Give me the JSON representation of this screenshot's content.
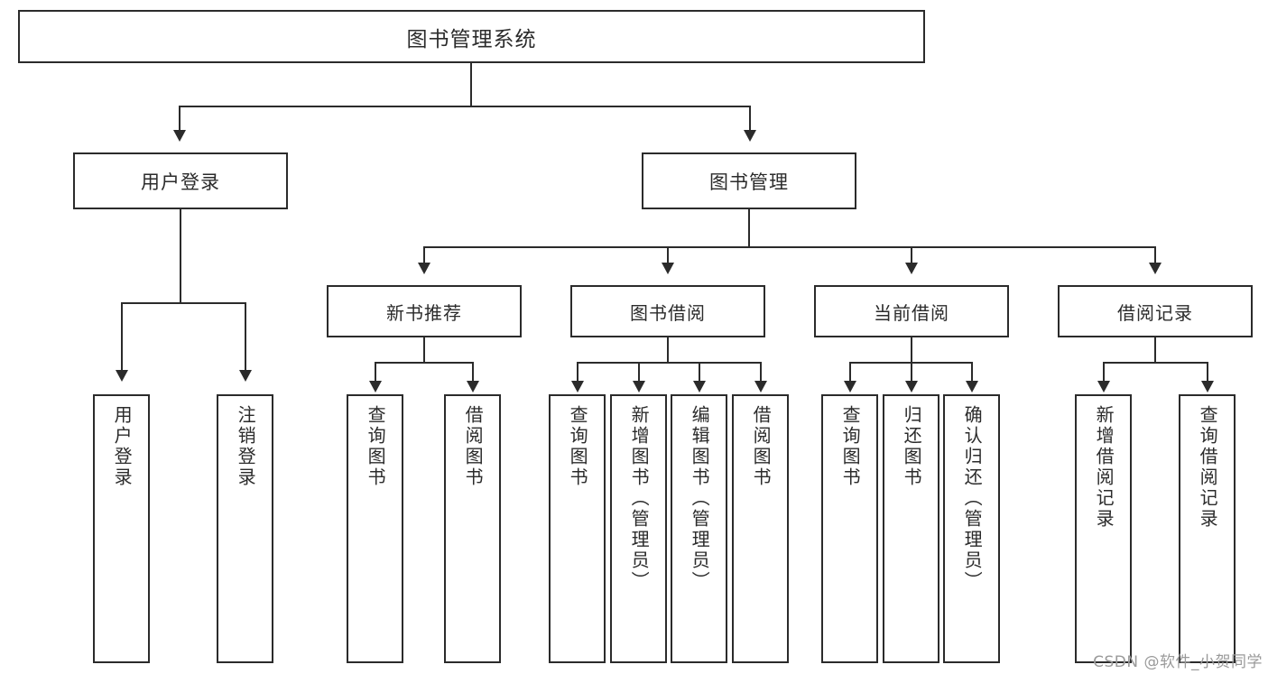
{
  "diagram": {
    "title": "图书管理系统",
    "root": {
      "label": "图书管理系统"
    },
    "level2": [
      {
        "label": "用户登录"
      },
      {
        "label": "图书管理"
      }
    ],
    "level3": [
      {
        "label": "新书推荐"
      },
      {
        "label": "图书借阅"
      },
      {
        "label": "当前借阅"
      },
      {
        "label": "借阅记录"
      }
    ],
    "leaves": {
      "user_login": [
        {
          "label": "用户登录"
        },
        {
          "label": "注销登录"
        }
      ],
      "new_book_recommend": [
        {
          "label": "查询图书"
        },
        {
          "label": "借阅图书"
        }
      ],
      "book_borrow": [
        {
          "label": "查询图书"
        },
        {
          "label": "新增图书（管理员）"
        },
        {
          "label": "编辑图书（管理员）"
        },
        {
          "label": "借阅图书"
        }
      ],
      "current_borrow": [
        {
          "label": "查询图书"
        },
        {
          "label": "归还图书"
        },
        {
          "label": "确认归还（管理员）"
        }
      ],
      "borrow_record": [
        {
          "label": "新增借阅记录"
        },
        {
          "label": "查询借阅记录"
        }
      ]
    }
  },
  "watermark": {
    "text": "CSDN @软件_小贺同学"
  },
  "colors": {
    "stroke": "#2b2b2b",
    "background": "#ffffff",
    "watermark": "#9a9a9a"
  }
}
